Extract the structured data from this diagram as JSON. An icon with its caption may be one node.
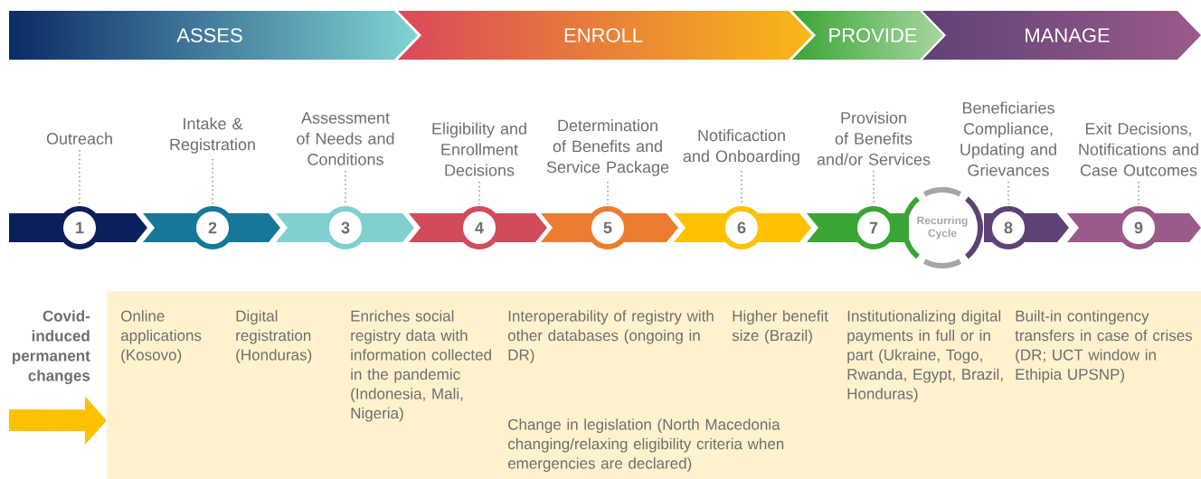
{
  "diagram": {
    "nodes": [
      {
        "text": [
          "ASSES"
        ]
      },
      {
        "text": [
          "ENROLL"
        ]
      },
      {
        "text": [
          "PROVIDE"
        ]
      },
      {
        "text": [
          "MANAGE"
        ]
      },
      {
        "text": [
          "Outreach"
        ]
      },
      {
        "text": [
          "Intake & Registration"
        ]
      },
      {
        "text": [
          "Assessment of Needs and Conditions"
        ]
      },
      {
        "text": [
          "Eligibility and Enrollment Decisions"
        ]
      },
      {
        "text": [
          "Determination of Benefits and Service Package"
        ]
      },
      {
        "text": [
          "Notificaction and Onboarding"
        ]
      },
      {
        "text": [
          "Provision of Benefits and/or Services"
        ]
      },
      {
        "text": [
          "Beneficiaries Compliance, Updating and Grievances"
        ]
      },
      {
        "text": [
          "Exit Decisions, Notifications and Case Outcomes"
        ]
      },
      {
        "text": [
          "1"
        ]
      },
      {
        "text": [
          "2"
        ]
      },
      {
        "text": [
          "3"
        ]
      },
      {
        "text": [
          "4"
        ]
      },
      {
        "text": [
          "5"
        ]
      },
      {
        "text": [
          "6"
        ]
      },
      {
        "text": [
          "7"
        ]
      },
      {
        "text": [
          "8"
        ]
      },
      {
        "text": [
          "9"
        ]
      },
      {
        "text": [
          "Recurring Cycle"
        ]
      },
      {
        "text": [
          "Online applications (Kosovo)",
          "Digital registration (Honduras)",
          "Enriches social registry data with information collected in the pandemic (Indonesia, Mali, Nigeria)",
          "Interoperability of registry with other databases (ongoing in DR)",
          "Higher benefit size (Brazil)",
          "Institutionalizing digital payments in full or in part (Ukraine, Togo, Rwanda, Egypt, Brazil, Honduras)",
          "Built-in contingency transfers in case of crises (DR; UCT window in Ethipia UPSNP)",
          "Change in legislation (North Macedonia changing/relaxing eligibility criteria when emergencies are declared)"
        ]
      }
    ],
    "edges": [
      {
        "from": 4,
        "to": 13,
        "arrow": "none",
        "style": "dashed"
      },
      {
        "from": 5,
        "to": 14,
        "arrow": "none",
        "style": "dashed"
      },
      {
        "from": 6,
        "to": 15,
        "arrow": "none",
        "style": "dashed"
      },
      {
        "from": 7,
        "to": 16,
        "arrow": "none",
        "style": "dashed"
      },
      {
        "from": 8,
        "to": 17,
        "arrow": "none",
        "style": "dashed"
      },
      {
        "from": 9,
        "to": 18,
        "arrow": "none",
        "style": "dashed"
      },
      {
        "from": 10,
        "to": 19,
        "arrow": "none",
        "style": "dashed"
      },
      {
        "from": 11,
        "to": 20,
        "arrow": "none",
        "style": "dashed"
      },
      {
        "from": 12,
        "to": 21,
        "arrow": "none",
        "style": "dashed"
      },
      {
        "from": null,
        "to": 23,
        "arrow": "to",
        "style": "thick",
        "color": "#ffc000"
      }
    ],
    "labels": [
      "Covid-induced permanent changes"
    ]
  }
}
